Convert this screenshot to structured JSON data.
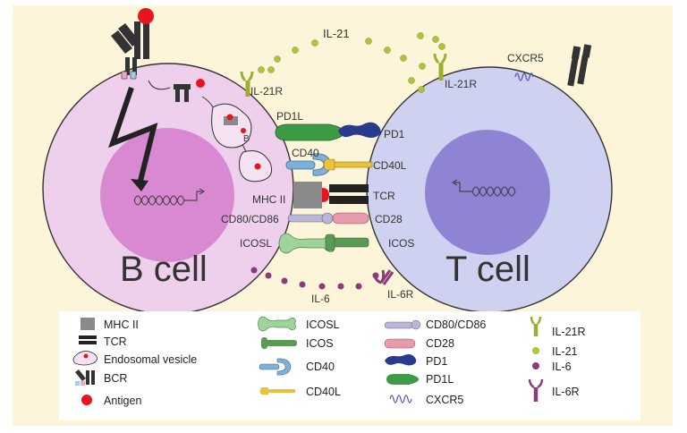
{
  "cells": {
    "b_cell": "B cell",
    "t_cell": "T cell"
  },
  "interface_labels": {
    "il21": "IL-21",
    "il21r_b": "IL-21R",
    "il21r_t": "IL-21R",
    "cxcr5": "CXCR5",
    "pd1l": "PD1L",
    "pd1": "PD1",
    "cd40": "CD40",
    "cd40l": "CD40L",
    "mhc2": "MHC II",
    "tcr": "TCR",
    "cd80_86": "CD80/CD86",
    "cd28": "CD28",
    "icosl": "ICOSL",
    "icos": "ICOS",
    "il6": "IL-6",
    "il6r": "IL-6R",
    "b_mark": "B"
  },
  "legend": {
    "col1": [
      "MHC II",
      "TCR",
      "Endosomal vesicle",
      "BCR",
      "Antigen"
    ],
    "col2": [
      "ICOSL",
      "ICOS",
      "CD40",
      "CD40L"
    ],
    "col3": [
      "CD80/CD86",
      "CD28",
      "PD1",
      "PD1L",
      "CXCR5"
    ],
    "col4": [
      "IL-21R",
      "IL-21",
      "IL-6",
      "IL-6R"
    ]
  },
  "colors": {
    "background": "#fcf5d9",
    "b_cell": "#eed0ec",
    "b_nucleus": "#d889d2",
    "t_cell": "#cfd1f0",
    "t_nucleus": "#8f84d4",
    "mhc2": "#8a8a8a",
    "antigen": "#e8141f",
    "pd1": "#283b8c",
    "pd1l": "#3d9a45",
    "cd40": "#7fb0d9",
    "cd40l": "#e8c23a",
    "cd80_86": "#b9b6d8",
    "cd28": "#e79aab",
    "icosl": "#9ed39c",
    "icos": "#5b9a55",
    "il21": "#b0c43a",
    "il6": "#8c3a7a",
    "il21r": "#9bae2e",
    "il6r": "#8c3a7a",
    "cxcr5": "#5b5cc4"
  }
}
